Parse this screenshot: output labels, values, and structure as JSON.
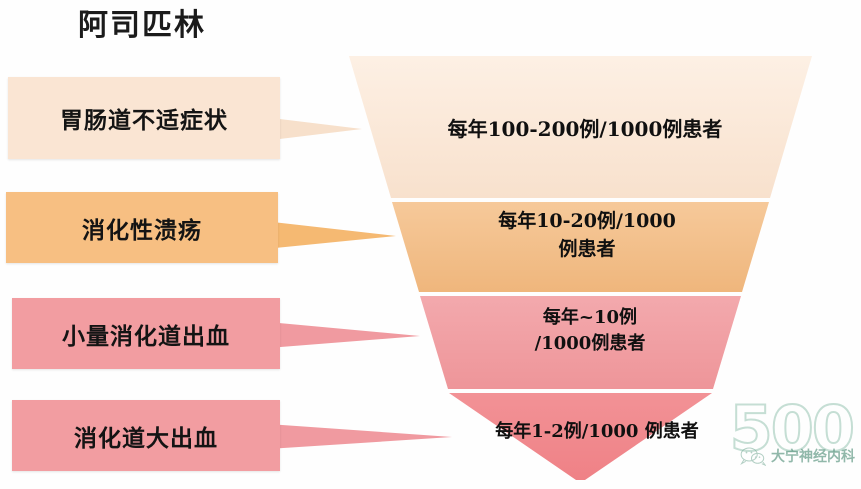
{
  "page": {
    "title": "阿司匹林",
    "background": "#ffffff"
  },
  "labels": [
    {
      "text": "胃肠道不适症状",
      "color": "#fae5d3",
      "tail_color": "#f6dcc8"
    },
    {
      "text": "消化性溃疡",
      "color": "#f7bf82",
      "tail_color": "#f5b972"
    },
    {
      "text": "小量消化道出血",
      "color": "#f29da1",
      "tail_color": "#ef9499"
    },
    {
      "text": "消化道大出血",
      "color": "#f29da1",
      "tail_color": "#ef9499"
    }
  ],
  "funnel": {
    "tiers": [
      {
        "label": "胃肠道不适症状",
        "text": "每年100-200例/1000例患者",
        "color": "#fae7d6"
      },
      {
        "label": "消化性溃疡",
        "text": "每年10-20例/1000\n例患者",
        "color": "#f3c08a"
      },
      {
        "label": "小量消化道出血",
        "text": "每年~10例\n/1000例患者",
        "color": "#f09fa3"
      },
      {
        "label": "消化道大出血",
        "text": "每年1-2例/1000 例患者",
        "color": "#f2888c"
      }
    ]
  },
  "chart_data": {
    "type": "funnel",
    "title": "阿司匹林",
    "unit": "例/1000例患者/年",
    "categories": [
      "胃肠道不适症状",
      "消化性溃疡",
      "小量消化道出血",
      "消化道大出血"
    ],
    "value_labels": [
      "每年100-200例/1000例患者",
      "每年10-20例/1000例患者",
      "每年~10例/1000例患者",
      "每年1-2例/1000例患者"
    ],
    "values_low": [
      100,
      10,
      10,
      1
    ],
    "values_high": [
      200,
      20,
      10,
      2
    ],
    "colors": [
      "#fae7d6",
      "#f3c08a",
      "#f09fa3",
      "#f2888c"
    ],
    "xlabel": "",
    "ylabel": "",
    "grid": false,
    "legend": "none",
    "orientation": "inverted-triangle"
  },
  "watermark": {
    "number": "500",
    "account": "大宁神经内科",
    "icon": "wechat-logo-icon",
    "number_color": "#bcd9cd",
    "text_color": "#4f8e77"
  }
}
